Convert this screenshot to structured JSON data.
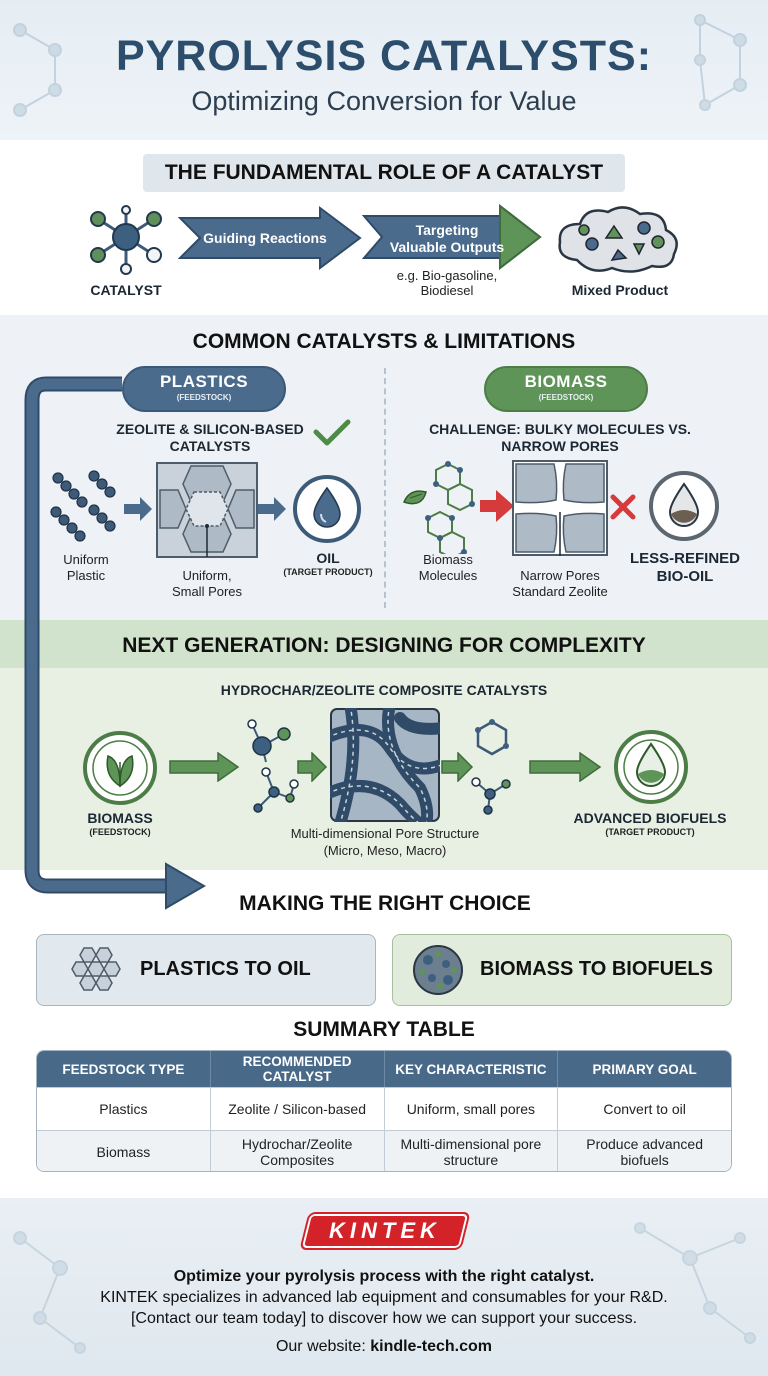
{
  "header": {
    "title": "PYROLYSIS CATALYSTS:",
    "subtitle": "Optimizing Conversion for Value"
  },
  "role": {
    "heading": "THE FUNDAMENTAL ROLE OF A CATALYST",
    "catalyst_label": "CATALYST",
    "arrow1": "Guiding Reactions",
    "arrow2_line1": "Targeting",
    "arrow2_line2": "Valuable Outputs",
    "example_line1": "e.g. Bio-gasoline,",
    "example_line2": "Biodiesel",
    "product_label": "Mixed Product"
  },
  "common": {
    "heading": "COMMON CATALYSTS & LIMITATIONS",
    "plastics": {
      "pill_title": "PLASTICS",
      "pill_sub": "(FEEDSTOCK)",
      "catalyst_line1": "ZEOLITE & SILICON-BASED",
      "catalyst_line2": "CATALYSTS",
      "input_line1": "Uniform",
      "input_line2": "Plastic",
      "pore_line1": "Uniform,",
      "pore_line2": "Small Pores",
      "output_title": "OIL",
      "output_sub": "(TARGET PRODUCT)"
    },
    "biomass": {
      "pill_title": "BIOMASS",
      "pill_sub": "(FEEDSTOCK)",
      "challenge_line1": "CHALLENGE: BULKY MOLECULES VS.",
      "challenge_line2": "NARROW PORES",
      "input_line1": "Biomass",
      "input_line2": "Molecules",
      "pore_line1": "Narrow Pores",
      "pore_line2": "Standard Zeolite",
      "output_line1": "LESS-REFINED",
      "output_line2": "BIO-OIL"
    }
  },
  "nextgen": {
    "heading": "NEXT GENERATION: DESIGNING FOR COMPLEXITY",
    "subheading": "HYDROCHAR/ZEOLITE COMPOSITE CATALYSTS",
    "input_title": "BIOMASS",
    "input_sub": "(FEEDSTOCK)",
    "structure_line1": "Multi-dimensional Pore Structure",
    "structure_line2": "(Micro, Meso, Macro)",
    "output_title": "ADVANCED BIOFUELS",
    "output_sub": "(TARGET PRODUCT)"
  },
  "choice": {
    "heading": "MAKING THE RIGHT CHOICE",
    "option1": "PLASTICS TO OIL",
    "option2": "BIOMASS TO BIOFUELS"
  },
  "table": {
    "heading": "SUMMARY TABLE",
    "columns": [
      "FEEDSTOCK TYPE",
      "RECOMMENDED CATALYST",
      "KEY CHARACTERISTIC",
      "PRIMARY GOAL"
    ],
    "rows": [
      [
        "Plastics",
        "Zeolite / Silicon-based",
        "Uniform, small pores",
        "Convert to oil"
      ],
      [
        "Biomass",
        "Hydrochar/Zeolite Composites",
        "Multi-dimensional pore structure",
        "Produce advanced biofuels"
      ]
    ]
  },
  "footer": {
    "logo": "KINTEK",
    "tagline": "Optimize your pyrolysis process with the right catalyst.",
    "line2": "KINTEK specializes in advanced lab equipment and consumables for your R&D.",
    "line3": "[Contact our team today] to discover how we can support your success.",
    "website_label": "Our website:",
    "website": "kindle-tech.com"
  },
  "colors": {
    "navy": "#2c4d6b",
    "steel_blue": "#4b6b8d",
    "green": "#5e9458",
    "red": "#d32228"
  }
}
